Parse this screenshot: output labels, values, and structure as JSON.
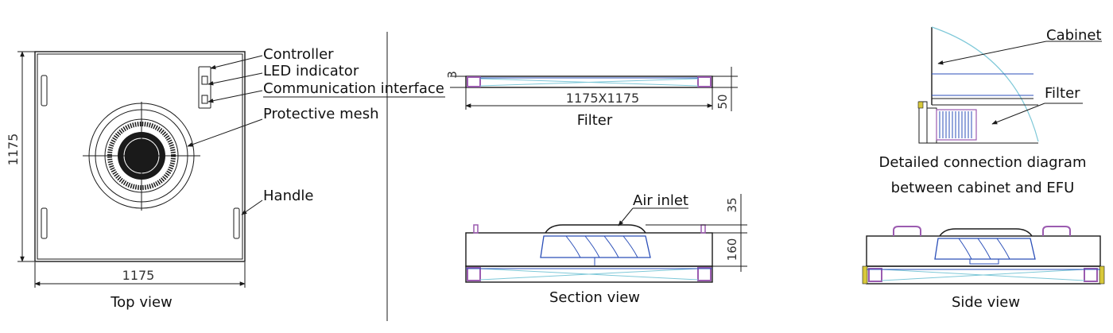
{
  "top_view": {
    "labels": {
      "controller": "Controller",
      "led": "LED indicator",
      "comm": "Communication interface",
      "mesh": "Protective mesh",
      "handle": "Handle"
    },
    "dim_width": "1175",
    "dim_height": "1175",
    "caption": "Top view"
  },
  "filter_view": {
    "dim_top": "3",
    "dim_size": "1175X1175",
    "dim_thickness": "50",
    "caption": "Filter"
  },
  "section_view": {
    "label_inlet": "Air inlet",
    "dim_inlet": "35",
    "dim_height": "160",
    "caption": "Section view"
  },
  "detail_view": {
    "label_cabinet": "Cabinet",
    "label_filter": "Filter",
    "caption_line1": "Detailed connection diagram",
    "caption_line2": "between cabinet and EFU"
  },
  "side_view": {
    "caption": "Side view"
  }
}
